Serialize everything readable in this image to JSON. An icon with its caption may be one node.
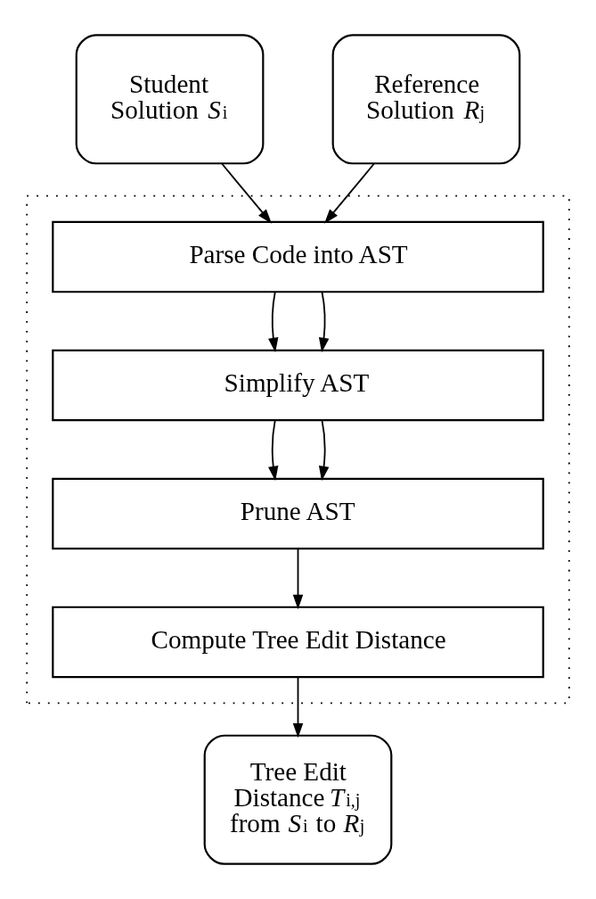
{
  "diagram": {
    "nodes": [
      {
        "text": [
          "Student Solution *S*$_{i}$"
        ]
      },
      {
        "text": [
          "Reference Solution *R*$_{j}$"
        ]
      },
      {
        "text": [],
        "shape": "box"
      },
      {
        "text": [
          "Parse Code into AST"
        ],
        "in": 2
      },
      {
        "text": [
          "Simplify AST"
        ],
        "in": 2
      },
      {
        "text": [
          "Prune AST"
        ],
        "in": 2
      },
      {
        "text": [
          "Compute Tree Edit Distance"
        ],
        "in": 2
      },
      {
        "text": [
          "Tree Edit Distance *T*$_{i,j}$ from *S*$_{i}$ to *R*$_{j}$"
        ]
      }
    ],
    "edges": [
      {
        "from": 0,
        "to": 3,
        "arrow": "to"
      },
      {
        "from": 1,
        "to": 3,
        "arrow": "to"
      },
      {
        "from": 3,
        "to": 4,
        "arrow": "to"
      },
      {
        "from": 3,
        "to": 4,
        "arrow": "to"
      },
      {
        "from": 4,
        "to": 5,
        "arrow": "to"
      },
      {
        "from": 4,
        "to": 5,
        "arrow": "to"
      },
      {
        "from": 5,
        "to": 6,
        "arrow": "to"
      },
      {
        "from": 6,
        "to": 7,
        "arrow": "to"
      }
    ]
  }
}
